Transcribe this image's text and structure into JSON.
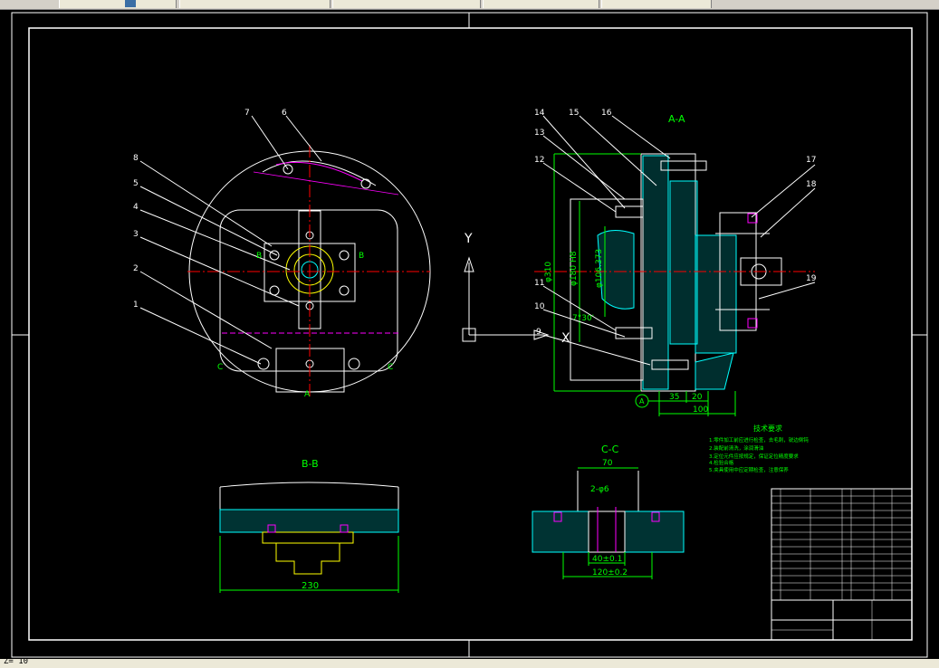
{
  "window": {
    "taskbar_buttons": [
      "",
      "",
      "",
      "",
      ""
    ],
    "status_text": "Z= 10"
  },
  "drawing": {
    "section_aa": "A-A",
    "section_bb": "B-B",
    "section_cc": "C-C",
    "callouts_left": [
      "7",
      "6",
      "8",
      "5",
      "4",
      "3",
      "2",
      "1"
    ],
    "callouts_right": [
      "14",
      "15",
      "16",
      "13",
      "12",
      "11",
      "10",
      "9",
      "17",
      "18",
      "19"
    ],
    "dims_aa": {
      "phi310": "φ310",
      "phi180": "φ180 H8",
      "phi106": "φ106.373",
      "angle": "7°30'",
      "d35": "35",
      "d20": "20",
      "d100": "100",
      "datum": "A"
    },
    "dims_bb": {
      "width": "230"
    },
    "dims_cc": {
      "top": "70",
      "holes": "2-φ6",
      "mid": "40±0.1",
      "bottom": "120±0.2"
    },
    "marks_plan": {
      "b_left": "B",
      "b_right": "B",
      "c_left": "C",
      "c_right": "C",
      "a_bottom": "A"
    },
    "ucs": {
      "y": "Y",
      "x": "X"
    },
    "tech_title": "技术要求",
    "tech_lines": [
      "1.零件加工前应进行检查，去毛刺，锐边倒钝",
      "2.装配前清洗，涂润滑油",
      "3.定位元件应按规定，保证定位精度要求",
      "4.检验合格",
      "5.夹具使用中应定期检查，注意保养"
    ]
  },
  "colors": {
    "accent_line": "#ffffff",
    "center_line": "#ff0000",
    "dim_line": "#00ff00",
    "hatch": "#00ffff",
    "part": "#ffff00",
    "hidden": "#ff00ff"
  }
}
